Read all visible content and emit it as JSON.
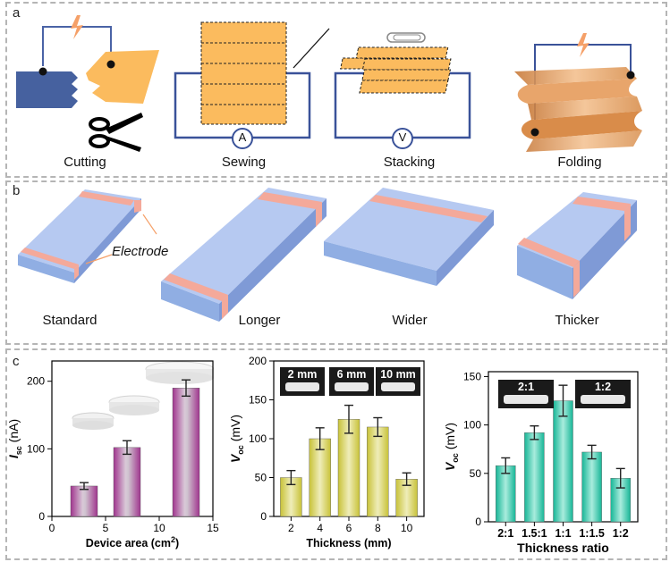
{
  "panels": {
    "a": {
      "letter": "a",
      "captions": [
        "Cutting",
        "Sewing",
        "Stacking",
        "Folding"
      ],
      "ammeter_symbol": "A",
      "voltmeter_symbol": "V"
    },
    "b": {
      "letter": "b",
      "electrode_label": "Electrode",
      "captions": [
        "Standard",
        "Longer",
        "Wider",
        "Thicker"
      ]
    },
    "c": {
      "letter": "c"
    }
  },
  "chart_data": [
    {
      "type": "bar",
      "x": [
        3,
        7,
        12.5
      ],
      "values": [
        45,
        102,
        190
      ],
      "errors": [
        5,
        10,
        12
      ],
      "xlabel": "Device area (cm",
      "xlabel_sup": "2",
      "xlabel_end": ")",
      "ylabel_main": "I",
      "ylabel_sub": "sc",
      "ylabel_unit": "(nA)",
      "xlim": [
        0,
        15
      ],
      "ylim": [
        0,
        230
      ],
      "xticks": [
        "0",
        "5",
        "10",
        "15"
      ],
      "yticks": [
        "0",
        "100",
        "200"
      ],
      "color": "#a0358e"
    },
    {
      "type": "bar",
      "categories": [
        "2",
        "4",
        "6",
        "8",
        "10"
      ],
      "values": [
        50,
        100,
        125,
        115,
        48
      ],
      "errors": [
        9,
        14,
        18,
        12,
        8
      ],
      "xlabel": "Thickness (mm)",
      "ylabel_main": "V",
      "ylabel_sub": "oc",
      "ylabel_unit": "(mV)",
      "ylim": [
        0,
        200
      ],
      "yticks": [
        "0",
        "50",
        "100",
        "150",
        "200"
      ],
      "insets": [
        "2 mm",
        "6 mm",
        "10 mm"
      ],
      "color": "#c8c238"
    },
    {
      "type": "bar",
      "categories": [
        "2:1",
        "1.5:1",
        "1:1",
        "1:1.5",
        "1:2"
      ],
      "values": [
        58,
        92,
        125,
        72,
        45
      ],
      "errors": [
        8,
        7,
        16,
        7,
        10
      ],
      "xlabel": "Thickness ratio",
      "ylabel_main": "V",
      "ylabel_sub": "oc",
      "ylabel_unit": "(mV)",
      "ylim": [
        0,
        155
      ],
      "yticks": [
        "0",
        "50",
        "100",
        "150"
      ],
      "insets": [
        "2:1",
        "1:2"
      ],
      "color": "#2ec7a8"
    }
  ]
}
